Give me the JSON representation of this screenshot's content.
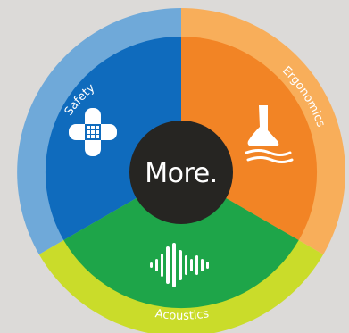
{
  "diagram": {
    "center": {
      "label": "More.",
      "color": "#262522"
    },
    "background": "#dcdad8",
    "segments": [
      {
        "id": "safety",
        "label": "Safety",
        "icon": "bandage-cross-icon",
        "inner_color": "#0f6bbd",
        "outer_color": "#6fa9d9"
      },
      {
        "id": "ergonomics",
        "label": "Ergonomics",
        "icon": "foot-comfort-icon",
        "inner_color": "#f28425",
        "outer_color": "#f8ae5a"
      },
      {
        "id": "acoustics",
        "label": "Acoustics",
        "icon": "sound-wave-icon",
        "inner_color": "#1ea549",
        "outer_color": "#cadc2a"
      }
    ]
  }
}
